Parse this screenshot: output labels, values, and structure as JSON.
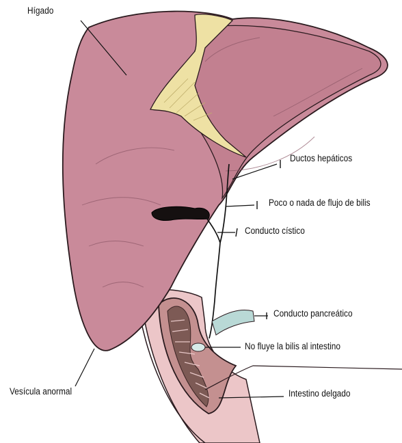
{
  "labels": {
    "liver": "Hígado",
    "hepatic_ducts": "Ductos hepáticos",
    "little_bile_flow": "Poco o nada de flujo de bilis",
    "cystic_duct": "Conducto cístico",
    "pancreatic_duct": "Conducto pancreático",
    "no_bile_to_intestine": "No fluye la bilis al intestino",
    "abnormal_gallbladder": "Vesícula anormal",
    "small_intestine": "Intestino delgado"
  },
  "colors": {
    "liver_fill": "#c98a9a",
    "liver_shadow": "#b87585",
    "ligament_fill": "#eee1a4",
    "intestine_outer": "#ecc6c8",
    "intestine_inner": "#c49090",
    "pancreatic_duct": "#b9d9d6",
    "outline": "#2a1a1e"
  }
}
